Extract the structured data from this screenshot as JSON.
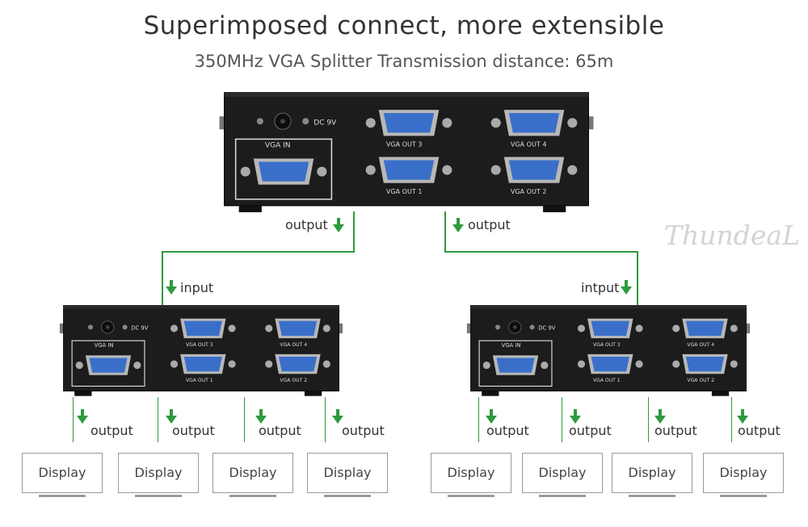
{
  "header": {
    "title": "Superimposed connect, more extensible",
    "subtitle": "350MHz VGA Splitter Transmission distance: 65m"
  },
  "brand": {
    "text": "ThundeaL"
  },
  "splitter": {
    "dc_label": "DC 9V",
    "vga_in": "VGA IN",
    "out1": "VGA OUT 1",
    "out2": "VGA OUT 2",
    "out3": "VGA OUT 3",
    "out4": "VGA OUT 4"
  },
  "links": {
    "top_left_output": "output",
    "top_right_output": "output",
    "left_input": "input",
    "right_input": "intput",
    "bottom_outputs": [
      "output",
      "output",
      "output",
      "output",
      "output",
      "output",
      "output",
      "output"
    ]
  },
  "displays": [
    "Display",
    "Display",
    "Display",
    "Display",
    "Display",
    "Display",
    "Display",
    "Display"
  ],
  "colors": {
    "wire": "#2e9a3e",
    "device": "#1b1b1b",
    "port": "#3a6fc9"
  }
}
